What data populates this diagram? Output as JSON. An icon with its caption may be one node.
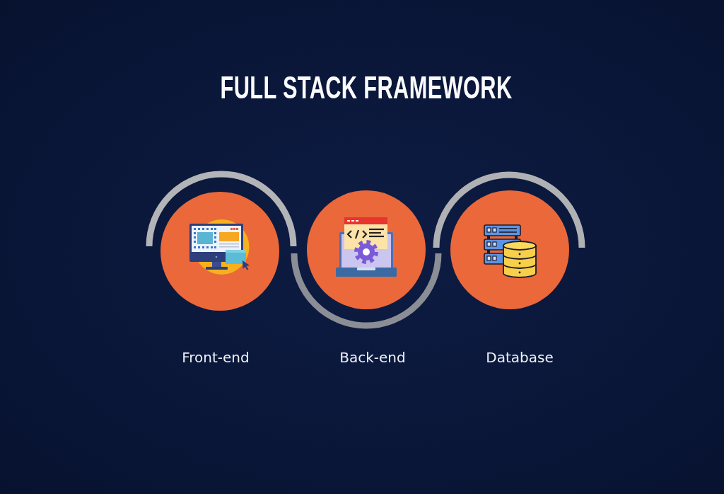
{
  "diagram": {
    "title": "FULL STACK FRAMEWORK",
    "nodes": [
      {
        "text": [
          "Front-end"
        ]
      },
      {
        "text": [
          "Back-end"
        ]
      },
      {
        "text": [
          "Database"
        ]
      }
    ]
  }
}
